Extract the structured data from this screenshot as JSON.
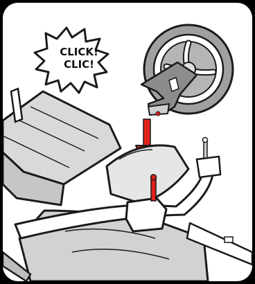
{
  "callout": {
    "line1": "CLICK!",
    "line2": "CLIC!"
  },
  "colors": {
    "outline": "#1a1a1a",
    "wheel_fill": "#9a9a9a",
    "arrow": "#e0201b",
    "peg": "#e0201b",
    "frame_fill": "#ffffff",
    "canopy_fill": "#d7d7d7"
  },
  "icons": {
    "callout_shape": "starburst",
    "wheel": "stroller-rear-wheel",
    "arrow": "down-arrow",
    "stroller": "stroller-frame"
  }
}
